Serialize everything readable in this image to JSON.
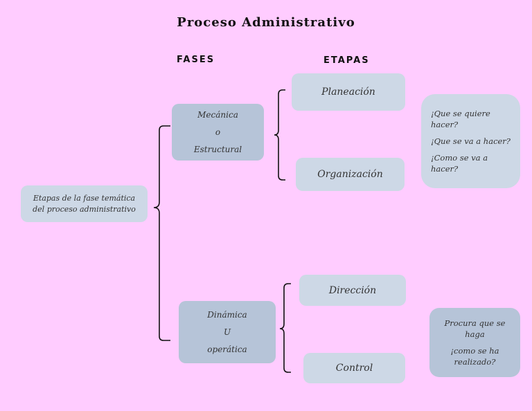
{
  "title": "Proceso Administrativo",
  "headers": {
    "fases": "FASES",
    "etapas": "ETAPAS"
  },
  "root": {
    "line1": "Etapas de la fase temática",
    "line2": "del proceso administrativo"
  },
  "fase_mecanica": {
    "line1": "Mecánica",
    "line2": "o",
    "line3": "Estructural"
  },
  "fase_dinamica": {
    "line1": "Dinámica",
    "line2": "U",
    "line3": "operática"
  },
  "etapas": {
    "planeacion": "Planeación",
    "organizacion": "Organización",
    "direccion": "Dirección",
    "control": "Control"
  },
  "note_mecanica": {
    "q1": "¡Que se quiere hacer?",
    "q2": "¡Que se va a hacer?",
    "q3": "¡Como se va a hacer?"
  },
  "note_dinamica": {
    "l1": "Procura que se haga",
    "l2": "¡como se ha realizado?"
  }
}
